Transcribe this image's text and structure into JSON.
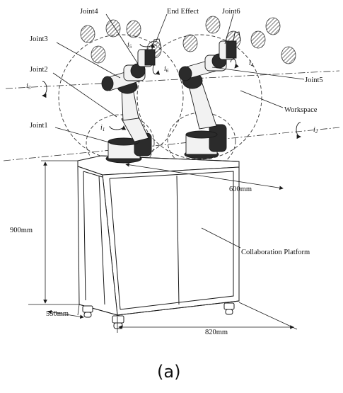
{
  "labels": {
    "joint1": "Joint1",
    "joint2": "Joint2",
    "joint3": "Joint3",
    "joint4": "Joint4",
    "joint5": "Joint5",
    "joint6": "Joint6",
    "end_effect": "End Effect",
    "workspace": "Workspace",
    "collaboration_platform": "Collaboration Platform"
  },
  "axes": {
    "i1": "i",
    "i1_sub": "1",
    "i2": "i",
    "i2_sub": "2",
    "i3": "i",
    "i3_sub": "3",
    "i4": "i",
    "i4_sub": "4",
    "i5": "i",
    "i5_sub": "5",
    "i6": "i",
    "i6_sub": "6"
  },
  "dimensions": {
    "height": "900mm",
    "depth": "550mm",
    "width": "820mm",
    "robot_spacing": "600mm"
  },
  "caption": "(a)",
  "colors": {
    "line": "#1a1a1a",
    "robot_light": "#f2f2f2",
    "robot_dark": "#2b2b2b",
    "hatch": "#555555"
  }
}
